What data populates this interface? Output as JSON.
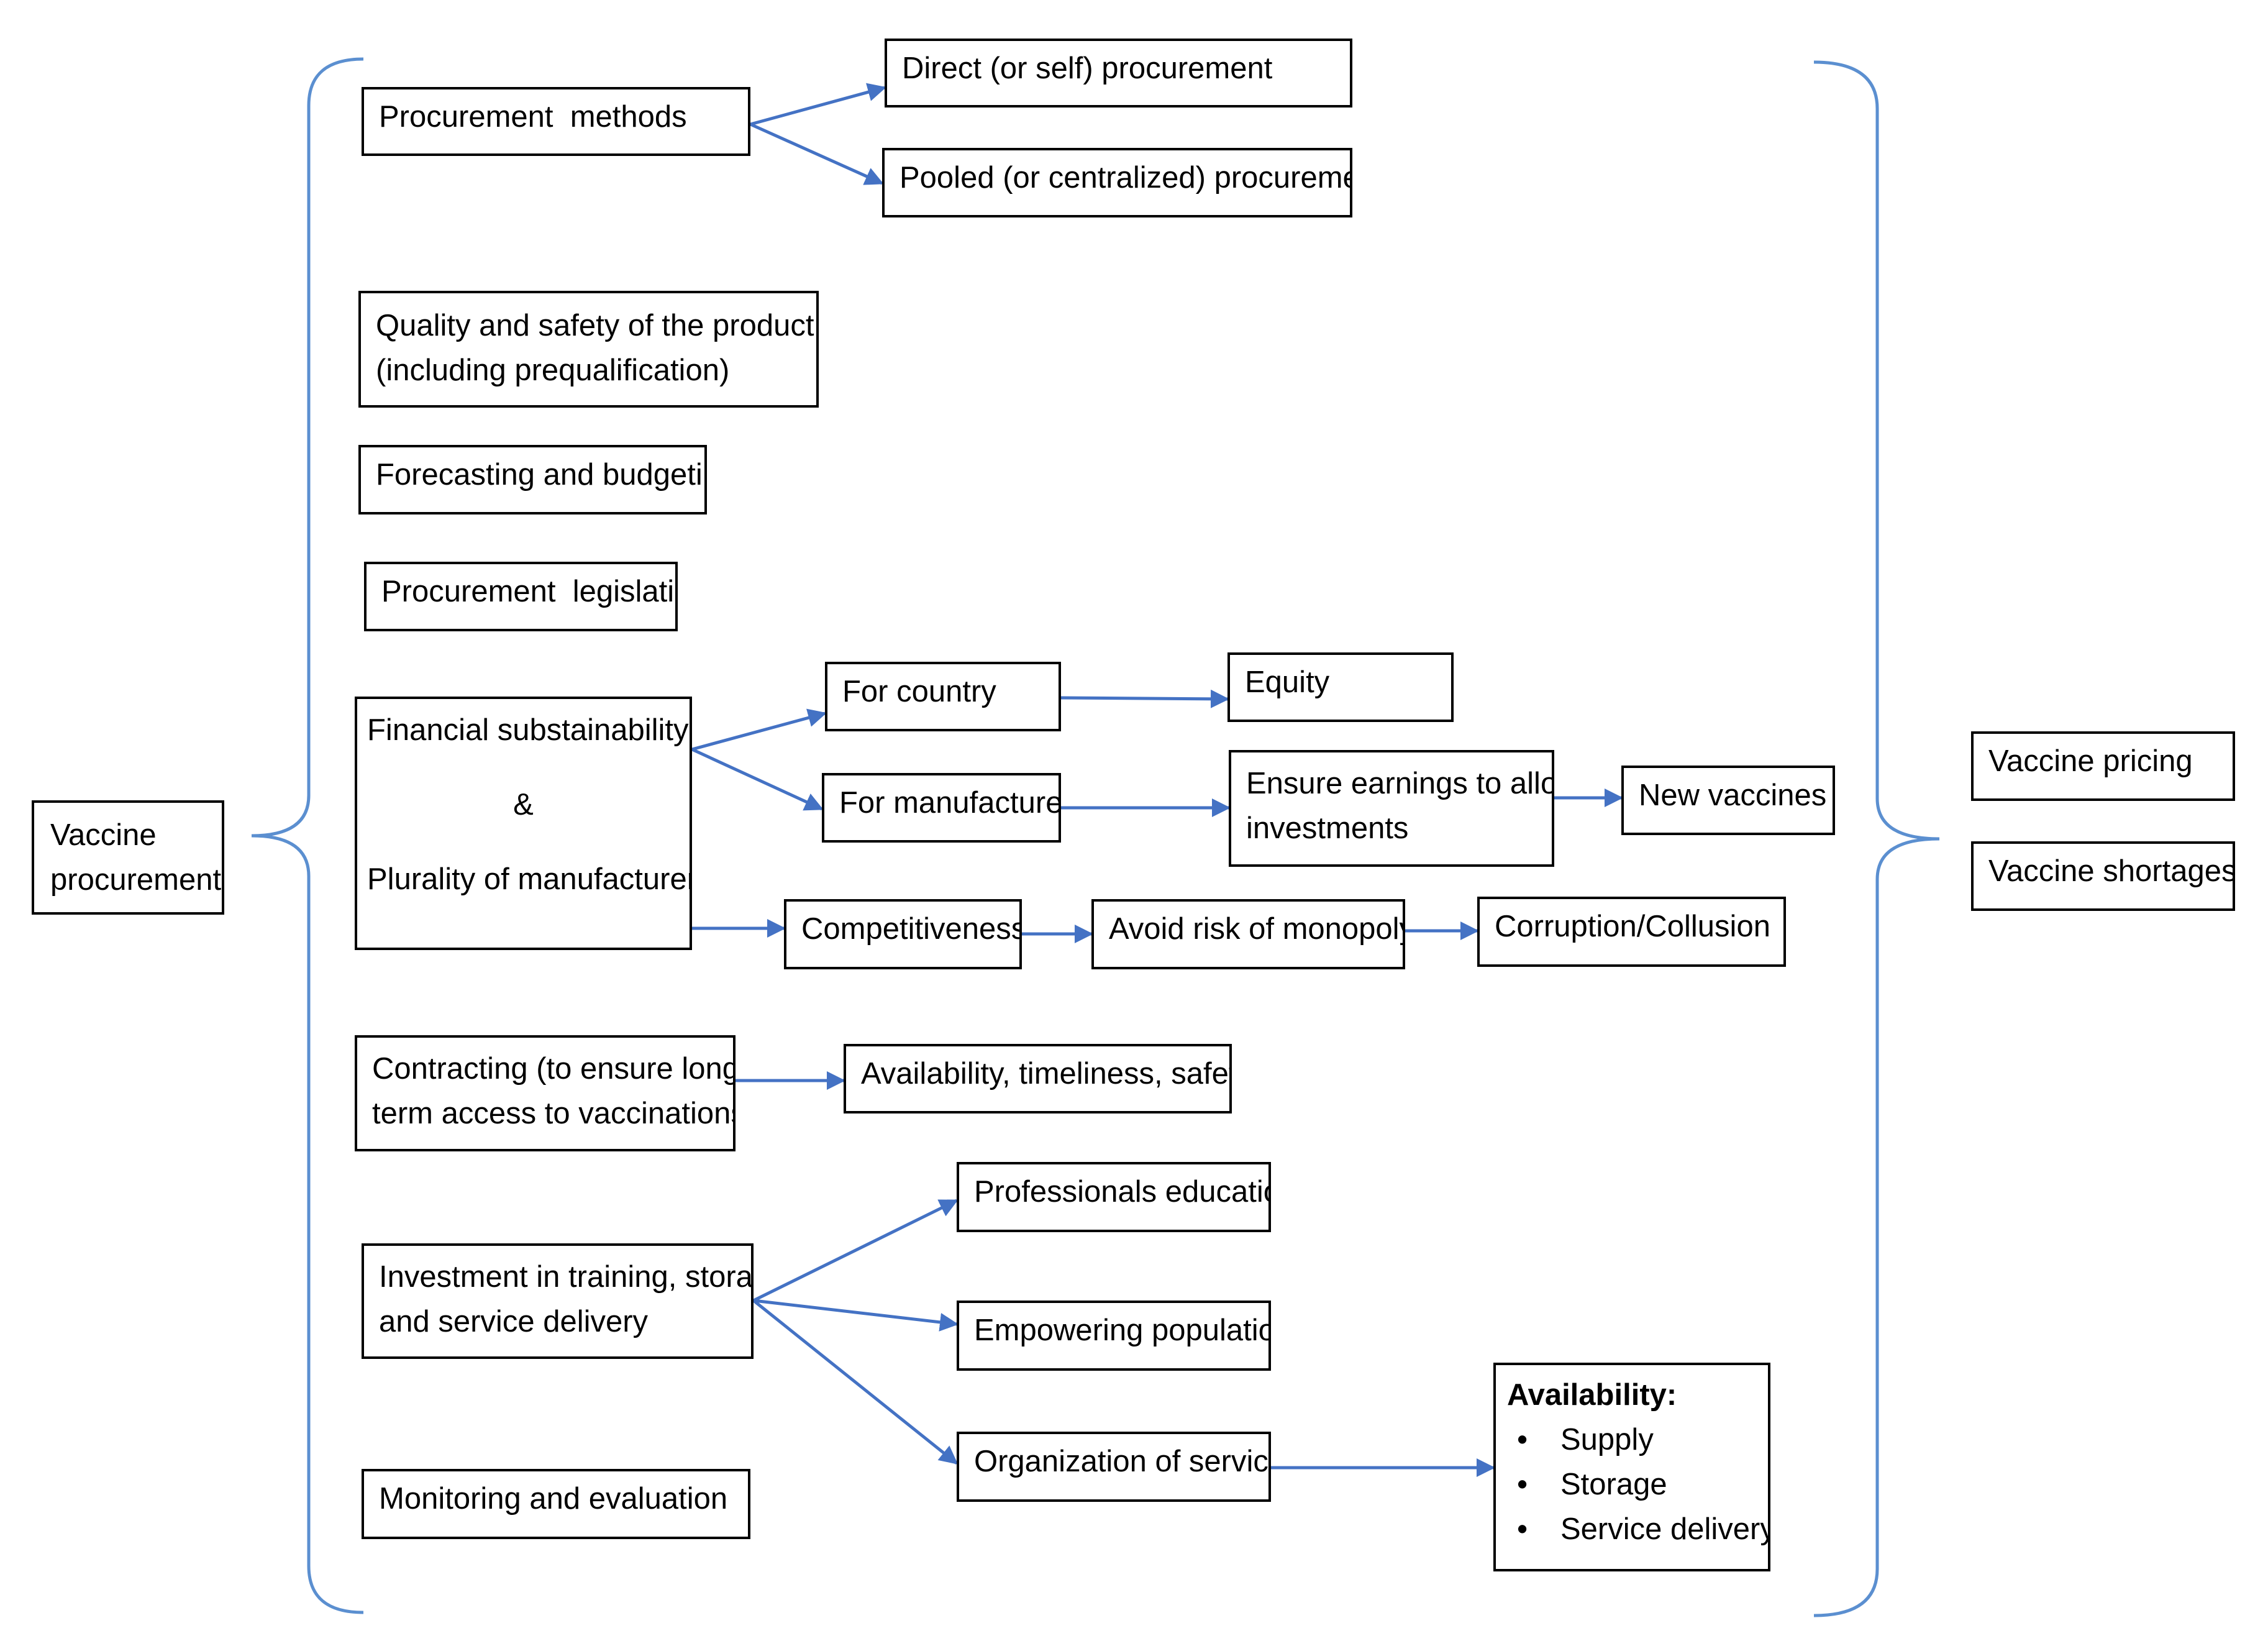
{
  "root": "Vaccine procurement",
  "methods": {
    "label": "Procurement  methods",
    "direct": "Direct (or self) procurement",
    "pooled": "Pooled (or centralized) procurement"
  },
  "quality": [
    "Quality and safety of the product",
    "(including prequalification)"
  ],
  "forecasting": "Forecasting and budgeting",
  "legislation": "Procurement  legislation",
  "financial": {
    "line1": "Financial substainability",
    "amp": "&",
    "line2": "Plurality of manufacturers",
    "for_country": "For country",
    "equity": "Equity",
    "for_manufacturer": "For manufacturer",
    "ensure_earnings": [
      "Ensure earnings to allow",
      "investments"
    ],
    "new_vaccines": "New vaccines",
    "competitiveness": "Competitiveness",
    "avoid_monopoly": "Avoid risk of monopoly",
    "corruption": "Corruption/Collusion"
  },
  "contracting": {
    "label": [
      "Contracting (to ensure long",
      "term access to vaccinations)"
    ],
    "availability": "Availability, timeliness, safety"
  },
  "investment": {
    "label": [
      "Investment in training, storage",
      "and service delivery"
    ],
    "education": "Professionals education",
    "empowering": "Empowering population",
    "organization": "Organization of services",
    "availability_title": "Availability:",
    "availability_items": [
      "Supply",
      "Storage",
      "Service delivery"
    ]
  },
  "monitoring": "Monitoring and evaluation",
  "outcomes": {
    "pricing": "Vaccine pricing",
    "shortages": "Vaccine shortages"
  }
}
